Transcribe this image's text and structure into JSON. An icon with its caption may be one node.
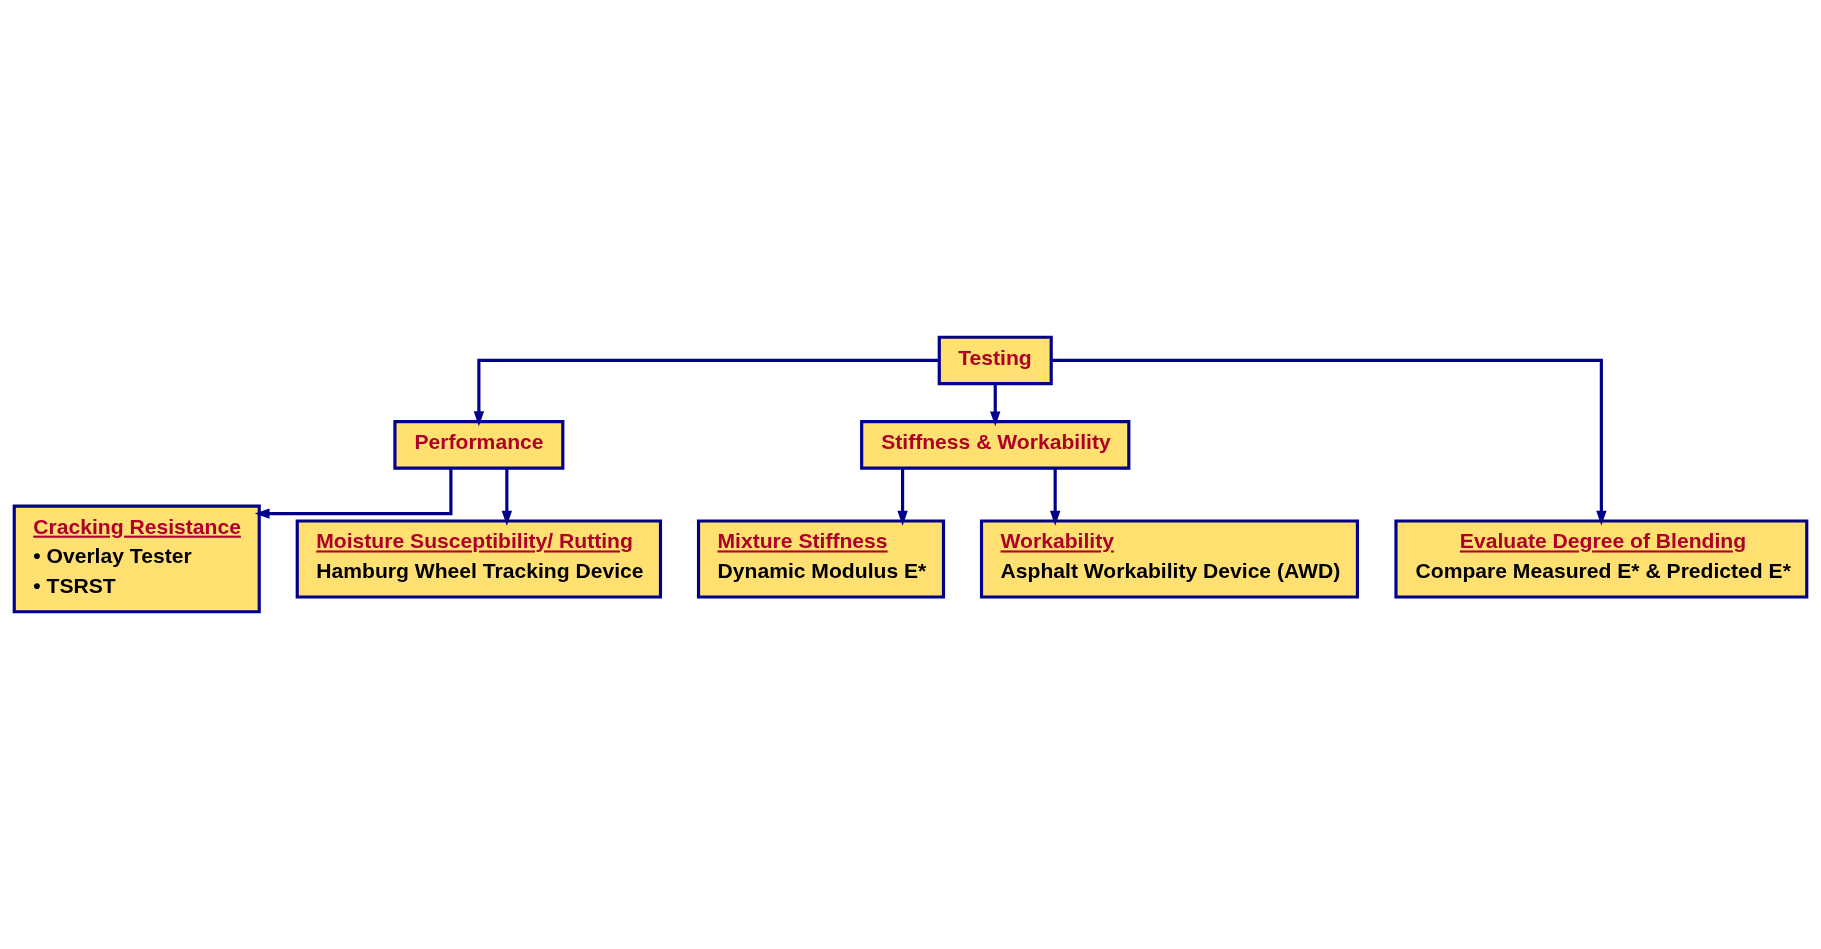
{
  "diagram": {
    "nodes": [
      {
        "text": [
          "Testing"
        ]
      },
      {
        "text": [
          "Performance"
        ]
      },
      {
        "text": [
          "Stiffness & Workability"
        ]
      },
      {
        "text": [
          "Cracking Resistance",
          "• Overlay Tester",
          "• TSRST"
        ]
      },
      {
        "text": [
          "Evaluate Degree of Blending",
          "Compare Measured E* & Predicted E*"
        ]
      },
      {
        "text": [
          "Mixture Stiffness",
          "Dynamic Modulus E*"
        ]
      },
      {
        "text": [
          "Workability",
          "Asphalt Workability Device (AWD)"
        ]
      },
      {
        "text": [
          "Moisture Susceptibility/ Rutting",
          "Hamburg Wheel Tracking Device"
        ]
      }
    ],
    "edges": [
      {
        "from": 0,
        "to": 1,
        "arrow": "to"
      },
      {
        "from": 0,
        "to": 2,
        "arrow": "to"
      },
      {
        "from": 0,
        "to": 4,
        "arrow": "to"
      },
      {
        "from": 1,
        "to": 3,
        "arrow": "to"
      },
      {
        "from": 1,
        "to": 7,
        "arrow": "to"
      },
      {
        "from": 2,
        "to": 5,
        "arrow": "to"
      },
      {
        "from": 2,
        "to": 6,
        "arrow": "to"
      }
    ]
  }
}
